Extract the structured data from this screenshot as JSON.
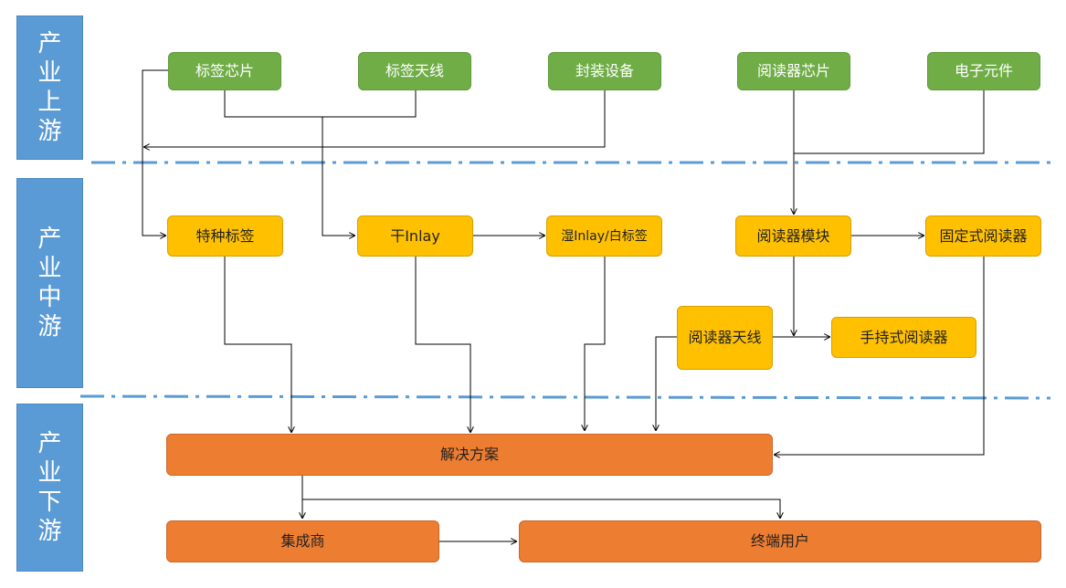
{
  "stages": [
    "产业上游",
    "产业中游",
    "产业下游"
  ],
  "upstream": {
    "tag_chip": "标签芯片",
    "tag_antenna": "标签天线",
    "packaging_equipment": "封装设备",
    "reader_chip": "阅读器芯片",
    "electronic_components": "电子元件"
  },
  "midstream": {
    "special_tag": "特种标签",
    "dry_inlay": "干Inlay",
    "wet_inlay_white_tag": "湿Inlay/白标签",
    "reader_module": "阅读器模块",
    "fixed_reader": "固定式阅读器",
    "reader_antenna": "阅读器天线",
    "handheld_reader": "手持式阅读器"
  },
  "downstream": {
    "solution": "解决方案",
    "integrator": "集成商",
    "end_user": "终端用户"
  },
  "colors": {
    "stage": "#5b9bd5",
    "upstream": "#70ad47",
    "midstream": "#ffc000",
    "downstream": "#ed7d31",
    "divider": "#5b9bd5",
    "connector": "#000000"
  }
}
